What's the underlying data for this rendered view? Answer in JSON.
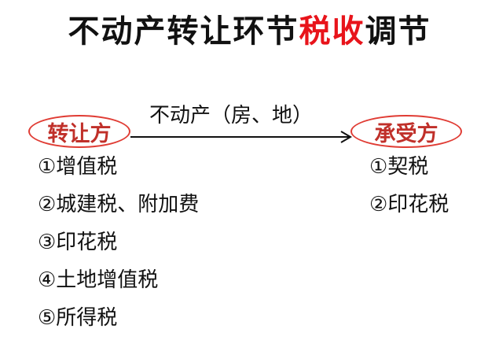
{
  "title": {
    "prefix": "不动产转让环节",
    "highlight": "税收",
    "suffix": "调节"
  },
  "transferor": "转让方",
  "transferee": "承受方",
  "arrow_label": "不动产（房、地）",
  "transferor_taxes": [
    "①增值税",
    "②城建税、附加费",
    "③印花税",
    "④土地增值税",
    "⑤所得税"
  ],
  "transferee_taxes": [
    "①契税",
    "②印花税"
  ],
  "colors": {
    "highlight": "#e8141b",
    "oval": "#e03c34",
    "oval_text": "#c0302a"
  }
}
